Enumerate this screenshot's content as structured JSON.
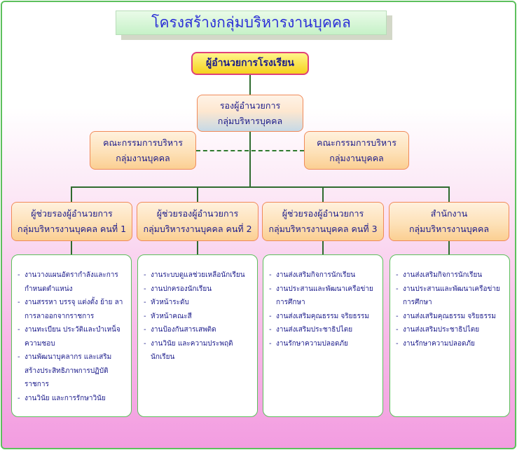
{
  "title": "โครงสร้างกลุ่มบริหารงานบุคคล",
  "director": "ผู้อำนวยการโรงเรียน",
  "deputy": {
    "line1": "รองผู้อำนวยการ",
    "line2": "กลุ่มบริหารบุคคล"
  },
  "committee_left": {
    "line1": "คณะกรรมการบริหาร",
    "line2": "กลุ่มงานบุคคล"
  },
  "committee_right": {
    "line1": "คณะกรรมการบริหาร",
    "line2": "กลุ่มงานบุคคล"
  },
  "units": [
    {
      "line1": "ผู้ช่วยรองผู้อำนวยการ",
      "line2": "กลุ่มบริหารงานบุคคล คนที่ 1"
    },
    {
      "line1": "ผู้ช่วยรองผู้อำนวยการ",
      "line2": "กลุ่มบริหารงานบุคคล คนที่ 2"
    },
    {
      "line1": "ผู้ช่วยรองผู้อำนวยการ",
      "line2": "กลุ่มบริหารงานบุคคล  คนที่ 3"
    },
    {
      "line1": "สำนักงาน",
      "line2": "กลุ่มบริหารงานบุคคล"
    }
  ],
  "tasks": [
    [
      "งานวางแผนอัตรากำลังและการกำหนดตำแหน่ง",
      "งานสรรหา บรรจุ แต่งตั้ง ย้าย ลาการลาออกจากราชการ",
      "งานทะเบียน ประวัติและบำเหน็จความชอบ",
      "งานพัฒนาบุคลากร และเสริมสร้างประสิทธิภาพการปฏิบัติราชการ",
      "งานวินัย และการรักษาวินัย"
    ],
    [
      "งานระบบดูแลช่วยเหลือนักเรียน",
      "งานปกครองนักเรียน",
      "หัวหน้าระดับ",
      "หัวหน้าคณะสี",
      "งานป้องกันสารเสพติด",
      "งานวินัย และความประพฤตินักเรียน"
    ],
    [
      "งานส่งเสริมกิจการนักเรียน",
      "งานประสานและพัฒนาเครือข่ายการศึกษา",
      "งานส่งเสริมคุณธรรม จริยธรรม",
      "งานส่งเสริมประชาธิปไตย",
      "งานรักษาความปลอดภัย"
    ],
    [
      "งานส่งเสริมกิจการนักเรียน",
      "งานประสานและพัฒนาเครือข่ายการศึกษา",
      "งานส่งเสริมคุณธรรม จริยธรรม",
      "งานส่งเสริมประชาธิปไตย",
      "งานรักษาความปลอดภัย"
    ]
  ]
}
